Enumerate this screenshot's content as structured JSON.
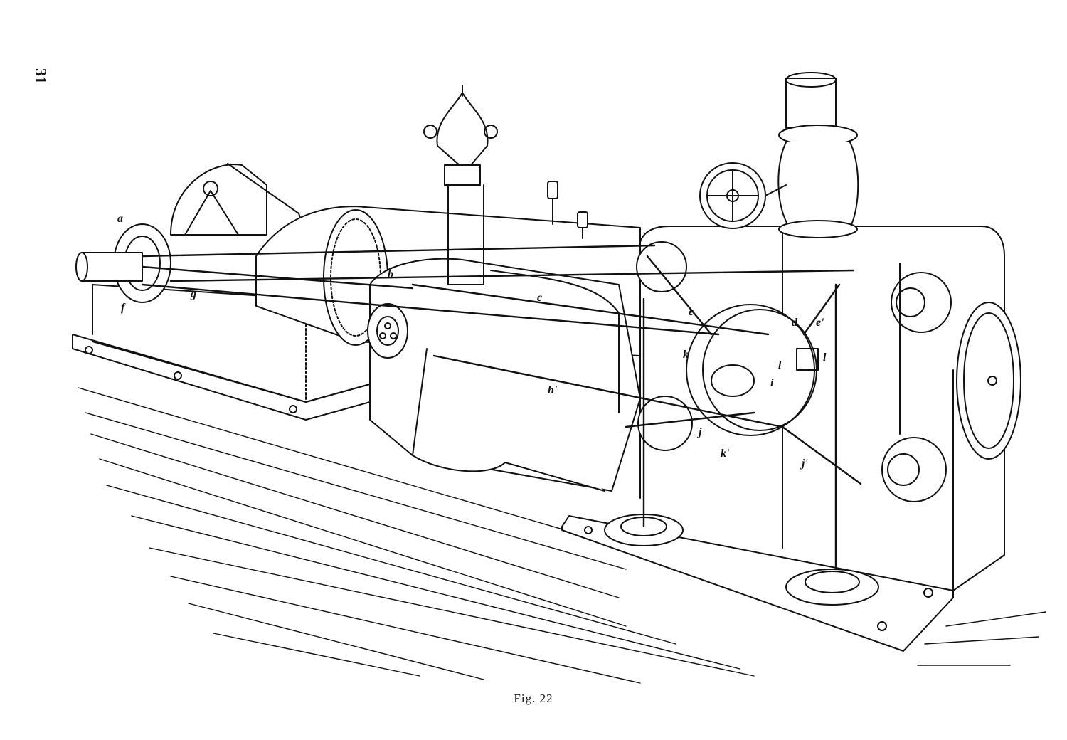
{
  "page": {
    "number": "31"
  },
  "figure": {
    "caption": "Fig. 22",
    "labels": {
      "a": "a",
      "b": "b",
      "c": "c",
      "d": "d",
      "e": "e",
      "e1": "e'",
      "f": "f",
      "g": "g",
      "h": "h'",
      "i": "i",
      "j": "j",
      "j1": "j'",
      "k": "k",
      "k1": "k'",
      "l1": "l",
      "l2": "l"
    }
  },
  "colors": {
    "ink": "#111111",
    "paper": "#ffffff"
  }
}
